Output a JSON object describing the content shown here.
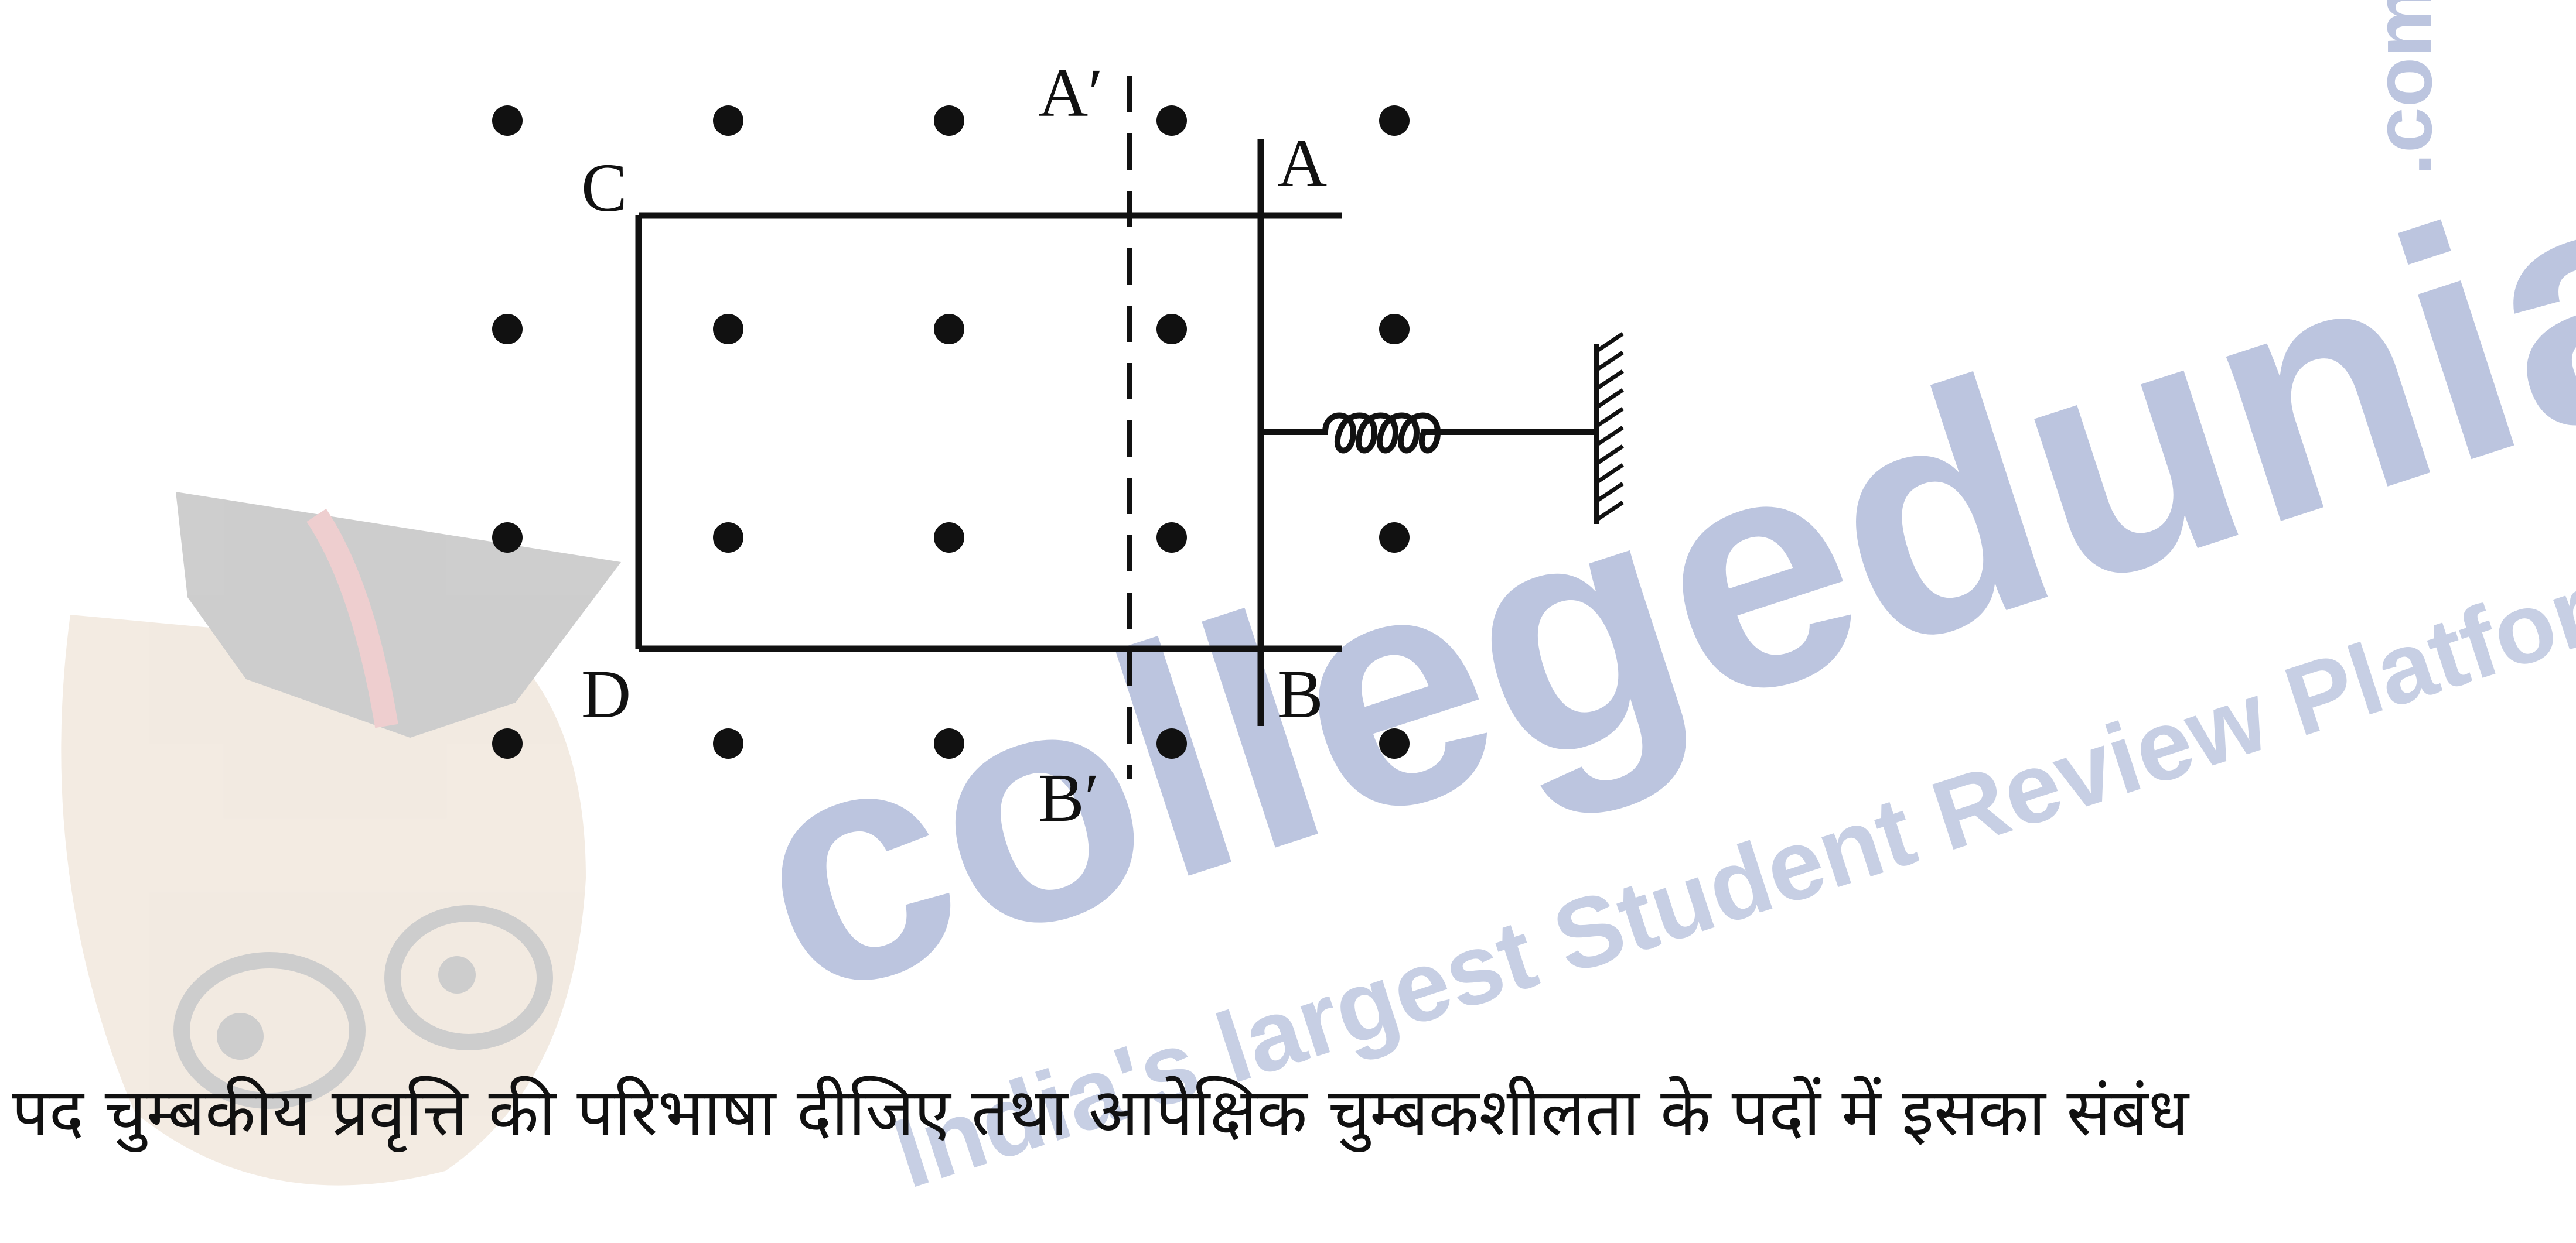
{
  "diagram": {
    "labels": {
      "A": "A",
      "B": "B",
      "C": "C",
      "D": "D",
      "A_prime": "A′",
      "B_prime": "B′"
    }
  },
  "watermark": {
    "brand_text": "collegedunia",
    "com_text": ".com",
    "tagline": "India's largest Student Review Platform",
    "color": "#8f9fc9"
  },
  "question": {
    "text": "पद चुम्बकीय प्रवृत्ति की परिभाषा दीजिए तथा आपेक्षिक चुम्बकशीलता के पदों में इसका संबंध"
  }
}
